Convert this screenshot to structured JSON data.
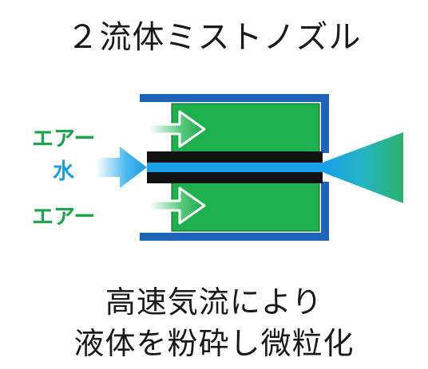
{
  "title": "２流体ミストノズル",
  "labels": {
    "air_top": "エアー",
    "water": "水",
    "air_bottom": "エアー"
  },
  "caption": {
    "line1": "高速気流により",
    "line2": "液体を粉砕し微粒化"
  },
  "colors": {
    "air": "#1aa64a",
    "water": "#1aa0e0",
    "housing": "#1e63b8",
    "chamber": "#1fb04e",
    "core": "#111111"
  }
}
